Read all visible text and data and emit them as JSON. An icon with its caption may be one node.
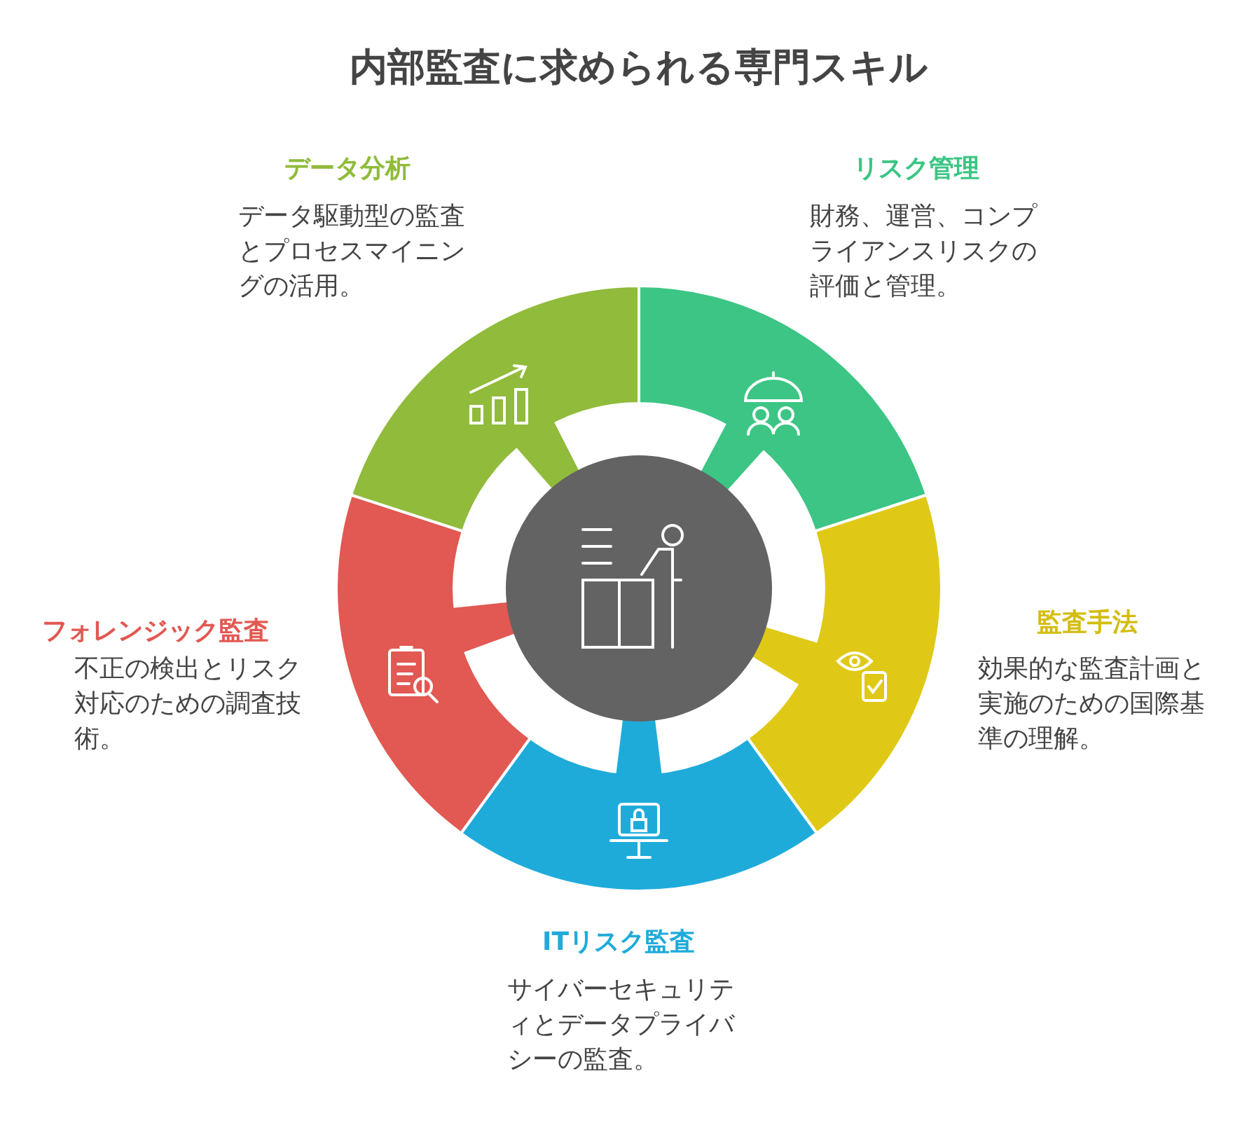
{
  "diagram": {
    "title": "内部監査に求められる専門スキル",
    "labels": [
      "データ分析",
      "データ駆動型の監査とプロセスマイニングの活用。",
      "リスク管理",
      "財務、運営、コンプライアンスリスクの評価と管理。",
      "フォレンジック監査",
      "不正の検出とリスク対応のための調査技術。",
      "監査手法",
      "効果的な監査計画と実施のための国際基準の理解。",
      "ITリスク監査",
      "サイバーセキュリティとデータプライバシーの監査。"
    ]
  }
}
